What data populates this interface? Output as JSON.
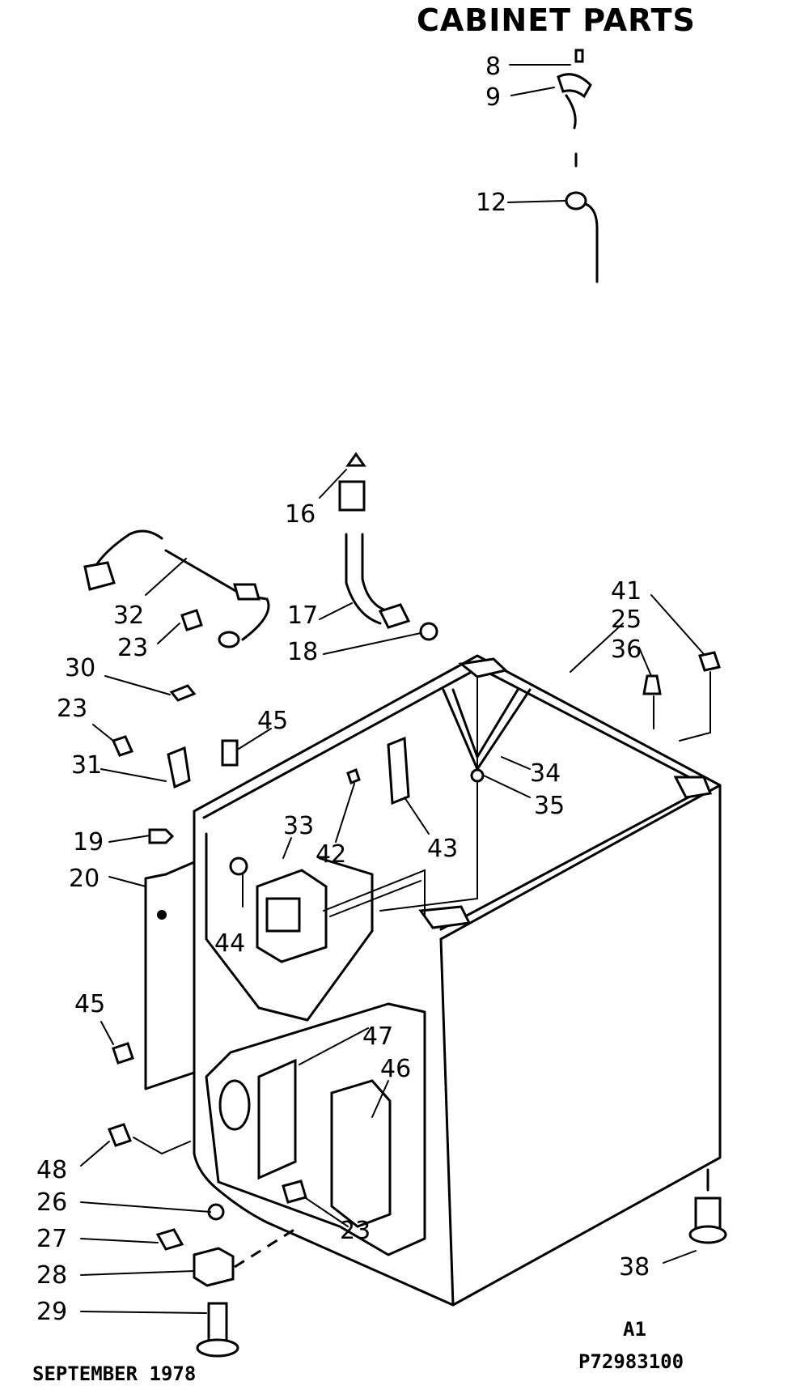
{
  "title": "CABINET PARTS",
  "callouts": {
    "c8": "8",
    "c9": "9",
    "c12": "12",
    "c16": "16",
    "c17": "17",
    "c18": "18",
    "c32": "32",
    "c23a": "23",
    "c30": "30",
    "c23b": "23",
    "c45a": "45",
    "c31": "31",
    "c19": "19",
    "c20": "20",
    "c33": "33",
    "c42": "42",
    "c43": "43",
    "c34": "34",
    "c35": "35",
    "c41": "41",
    "c25": "25",
    "c36": "36",
    "c44": "44",
    "c45b": "45",
    "c47": "47",
    "c46": "46",
    "c48": "48",
    "c26": "26",
    "c27": "27",
    "c28": "28",
    "c29": "29",
    "c23c": "23",
    "c38": "38"
  },
  "footer": {
    "date": "SEPTEMBER 1978",
    "revision": "A1",
    "part_number": "P72983100"
  }
}
